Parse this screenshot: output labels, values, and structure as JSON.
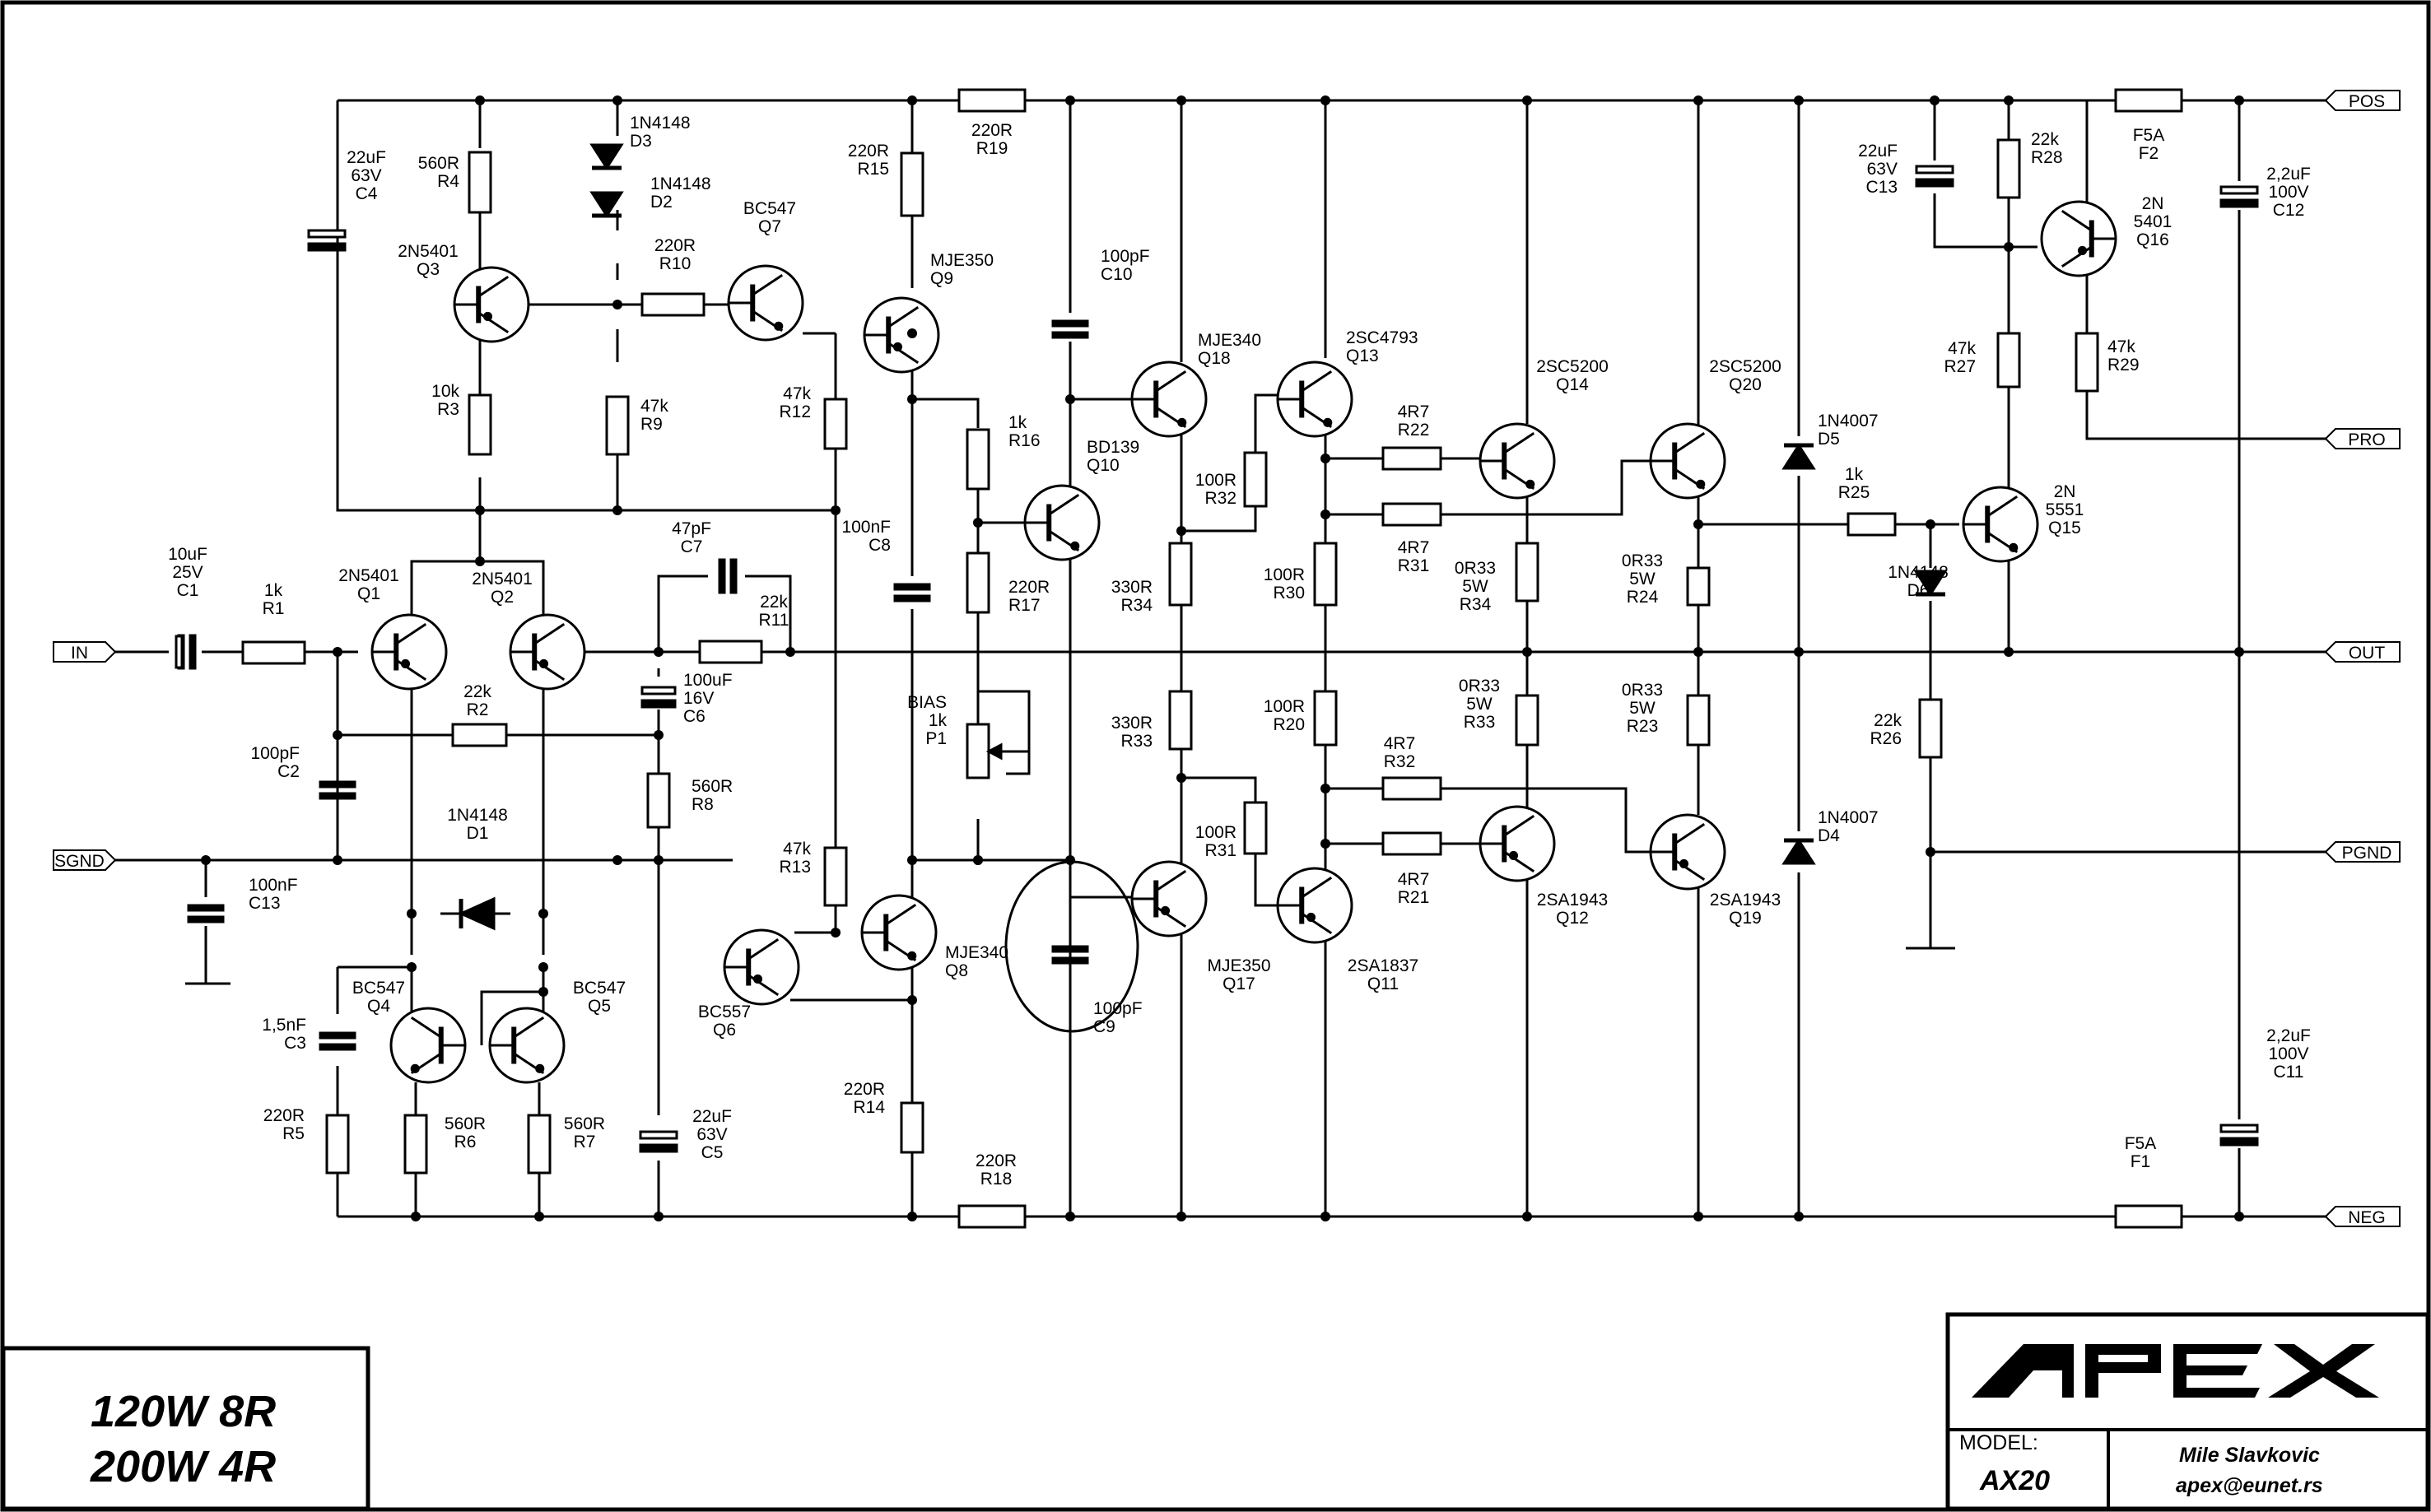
{
  "ports": {
    "pos": "POS",
    "pro": "PRO",
    "out": "OUT",
    "pgnd": "PGND",
    "neg": "NEG",
    "in": "IN",
    "sgnd": "SGND"
  },
  "components": {
    "C1": [
      "10uF",
      "25V",
      "C1"
    ],
    "R1": [
      "1k",
      "R1"
    ],
    "C2": [
      "100pF",
      "C2"
    ],
    "C13a": [
      "100nF",
      "C13"
    ],
    "Q1": [
      "2N5401",
      "Q1"
    ],
    "Q2": [
      "2N5401",
      "Q2"
    ],
    "R2": [
      "22k",
      "R2"
    ],
    "D1": [
      "1N4148",
      "D1"
    ],
    "C3": [
      "1,5nF",
      "C3"
    ],
    "R5": [
      "220R",
      "R5"
    ],
    "Q4": [
      "BC547",
      "Q4"
    ],
    "Q5": [
      "BC547",
      "Q5"
    ],
    "R6": [
      "560R",
      "R6"
    ],
    "R7": [
      "560R",
      "R7"
    ],
    "C4": [
      "22uF",
      "63V",
      "C4"
    ],
    "R4": [
      "560R",
      "R4"
    ],
    "Q3": [
      "2N5401",
      "Q3"
    ],
    "R3": [
      "10k",
      "R3"
    ],
    "D3": [
      "1N4148",
      "D3"
    ],
    "D2": [
      "1N4148",
      "D2"
    ],
    "R9": [
      "47k",
      "R9"
    ],
    "R10": [
      "220R",
      "R10"
    ],
    "Q7": [
      "BC547",
      "Q7"
    ],
    "C7": [
      "47pF",
      "C7"
    ],
    "R11": [
      "22k",
      "R11"
    ],
    "C6": [
      "100uF",
      "16V",
      "C6"
    ],
    "R8": [
      "560R",
      "R8"
    ],
    "C5": [
      "22uF",
      "63V",
      "C5"
    ],
    "R15": [
      "220R",
      "R15"
    ],
    "R19": [
      "220R",
      "R19"
    ],
    "Q9": [
      "MJE350",
      "Q9"
    ],
    "R12": [
      "47k",
      "R12"
    ],
    "C8": [
      "100nF",
      "C8"
    ],
    "R13": [
      "47k",
      "R13"
    ],
    "Q6": [
      "BC557",
      "Q6"
    ],
    "Q8": [
      "MJE340",
      "Q8"
    ],
    "R14": [
      "220R",
      "R14"
    ],
    "R18": [
      "220R",
      "R18"
    ],
    "R16": [
      "1k",
      "R16"
    ],
    "Q10": [
      "BD139",
      "Q10"
    ],
    "R17": [
      "220R",
      "R17"
    ],
    "P1": [
      "BIAS",
      "1k",
      "P1"
    ],
    "C10": [
      "100pF",
      "C10"
    ],
    "C9": [
      "100pF",
      "C9"
    ],
    "Q18": [
      "MJE340",
      "Q18"
    ],
    "R32a": [
      "100R",
      "R32"
    ],
    "R34a": [
      "330R",
      "R34"
    ],
    "R33a": [
      "330R",
      "R33"
    ],
    "R31a": [
      "100R",
      "R31"
    ],
    "Q17": [
      "MJE350",
      "Q17"
    ],
    "Q13": [
      "2SC4793",
      "Q13"
    ],
    "R30": [
      "100R",
      "R30"
    ],
    "R20": [
      "100R",
      "R20"
    ],
    "Q11": [
      "2SA1837",
      "Q11"
    ],
    "R22": [
      "4R7",
      "R22"
    ],
    "R31b": [
      "4R7",
      "R31"
    ],
    "R32b": [
      "4R7",
      "R32"
    ],
    "R21": [
      "4R7",
      "R21"
    ],
    "Q14": [
      "2SC5200",
      "Q14"
    ],
    "R34b": [
      "0R33",
      "5W",
      "R34"
    ],
    "R33b": [
      "0R33",
      "5W",
      "R33"
    ],
    "Q12": [
      "2SA1943",
      "Q12"
    ],
    "Q20": [
      "2SC5200",
      "Q20"
    ],
    "R24": [
      "0R33",
      "5W",
      "R24"
    ],
    "R23": [
      "0R33",
      "5W",
      "R23"
    ],
    "Q19": [
      "2SA1943",
      "Q19"
    ],
    "D5": [
      "1N4007",
      "D5"
    ],
    "D4": [
      "1N4007",
      "D4"
    ],
    "R25": [
      "1k",
      "R25"
    ],
    "D6": [
      "1N4148",
      "D6"
    ],
    "R26": [
      "22k",
      "R26"
    ],
    "C13b": [
      "22uF",
      "63V",
      "C13"
    ],
    "R28": [
      "22k",
      "R28"
    ],
    "Q16": [
      "2N",
      "5401",
      "Q16"
    ],
    "R27": [
      "47k",
      "R27"
    ],
    "R29": [
      "47k",
      "R29"
    ],
    "Q15": [
      "2N",
      "5551",
      "Q15"
    ],
    "F2": [
      "F5A",
      "F2"
    ],
    "F1": [
      "F5A",
      "F1"
    ],
    "C12": [
      "2,2uF",
      "100V",
      "C12"
    ],
    "C11": [
      "2,2uF",
      "100V",
      "C11"
    ]
  },
  "power_rating": {
    "line1": "120W 8R",
    "line2": "200W 4R"
  },
  "title_block": {
    "logo": "APEX",
    "model_label": "MODEL:",
    "model": "AX20",
    "author": "Mile Slavkovic",
    "email": "apex@eunet.rs"
  }
}
